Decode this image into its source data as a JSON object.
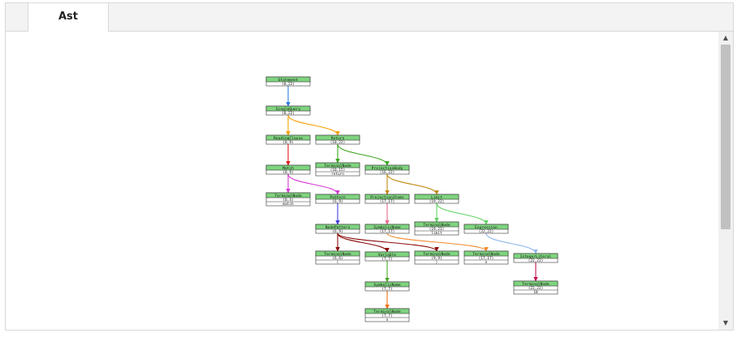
{
  "tab": {
    "label": "Ast"
  },
  "scroll": {
    "up_icon": "▲",
    "down_icon": "▼"
  },
  "colors": {
    "node_header": "#7fd47f",
    "node_border": "#333333",
    "node_body": "#ffffff"
  },
  "graph": {
    "nodes": [
      {
        "id": "n1",
        "label": "Statement",
        "range": "(0,22)"
      },
      {
        "id": "n2",
        "label": "SingleQuery",
        "range": "(0,22)"
      },
      {
        "id": "n3",
        "label": "ReadingClause",
        "range": "(0,9)"
      },
      {
        "id": "n4",
        "label": "Return",
        "range": "(10,22)"
      },
      {
        "id": "n5",
        "label": "Match",
        "range": "(0,9)"
      },
      {
        "id": "n6",
        "label": "TerminalNode",
        "range": "(10,15)",
        "text": "return"
      },
      {
        "id": "n7",
        "label": "ProjectionBody",
        "range": "(16,22)"
      },
      {
        "id": "n8",
        "label": "TerminalNode",
        "range": "(0,4)",
        "text": "match"
      },
      {
        "id": "n9",
        "label": "Pattern",
        "range": "(6,9)"
      },
      {
        "id": "n10",
        "label": "ProjectionItems",
        "range": "(17,17)"
      },
      {
        "id": "n11",
        "label": "Limit",
        "range": "(19,22)"
      },
      {
        "id": "n12",
        "label": "NodePattern",
        "range": "(6,9)"
      },
      {
        "id": "n13",
        "label": "SymbolicName",
        "range": "(17,17)"
      },
      {
        "id": "n14",
        "label": "TerminalNode",
        "range": "(19,23)",
        "text": "limit"
      },
      {
        "id": "n15",
        "label": "Expression",
        "range": "(22,22)"
      },
      {
        "id": "n16",
        "label": "TerminalNode",
        "range": "(6,6)",
        "text": "("
      },
      {
        "id": "n17",
        "label": "Variable",
        "range": "(7,7)"
      },
      {
        "id": "n18",
        "label": "TerminalNode",
        "range": "(9,9)",
        "text": ")"
      },
      {
        "id": "n19",
        "label": "TerminalNode",
        "range": "(17,17)",
        "text": "n"
      },
      {
        "id": "n20",
        "label": "IntegerLiteral",
        "range": "(22,22)"
      },
      {
        "id": "n21",
        "label": "SymbolicName",
        "range": "(7,7)"
      },
      {
        "id": "n22",
        "label": "TerminalNode",
        "range": "(22,22)",
        "text": "10"
      },
      {
        "id": "n23",
        "label": "TerminalNode",
        "range": "(7,7)",
        "text": "n"
      }
    ],
    "edges": [
      {
        "from": "n1",
        "to": "n2",
        "color": "#2a7de1"
      },
      {
        "from": "n2",
        "to": "n3",
        "color": "#f5a000"
      },
      {
        "from": "n2",
        "to": "n4",
        "color": "#f5a000"
      },
      {
        "from": "n3",
        "to": "n5",
        "color": "#e01b1b"
      },
      {
        "from": "n4",
        "to": "n6",
        "color": "#3aa41d"
      },
      {
        "from": "n4",
        "to": "n7",
        "color": "#3aa41d"
      },
      {
        "from": "n5",
        "to": "n8",
        "color": "#d63bd6"
      },
      {
        "from": "n5",
        "to": "n9",
        "color": "#d63bd6"
      },
      {
        "from": "n7",
        "to": "n10",
        "color": "#c08a10"
      },
      {
        "from": "n7",
        "to": "n11",
        "color": "#c08a10"
      },
      {
        "from": "n9",
        "to": "n12",
        "color": "#4040e0"
      },
      {
        "from": "n10",
        "to": "n13",
        "color": "#e86a8a"
      },
      {
        "from": "n11",
        "to": "n14",
        "color": "#5fd35f"
      },
      {
        "from": "n11",
        "to": "n15",
        "color": "#5fd35f"
      },
      {
        "from": "n12",
        "to": "n16",
        "color": "#8b0a0a"
      },
      {
        "from": "n12",
        "to": "n17",
        "color": "#8b0a0a"
      },
      {
        "from": "n12",
        "to": "n18",
        "color": "#8b0a0a"
      },
      {
        "from": "n13",
        "to": "n19",
        "color": "#f08a30"
      },
      {
        "from": "n15",
        "to": "n20",
        "color": "#8fb8e8"
      },
      {
        "from": "n17",
        "to": "n21",
        "color": "#4aa82a"
      },
      {
        "from": "n20",
        "to": "n22",
        "color": "#c01050"
      },
      {
        "from": "n21",
        "to": "n23",
        "color": "#f07010"
      }
    ]
  }
}
